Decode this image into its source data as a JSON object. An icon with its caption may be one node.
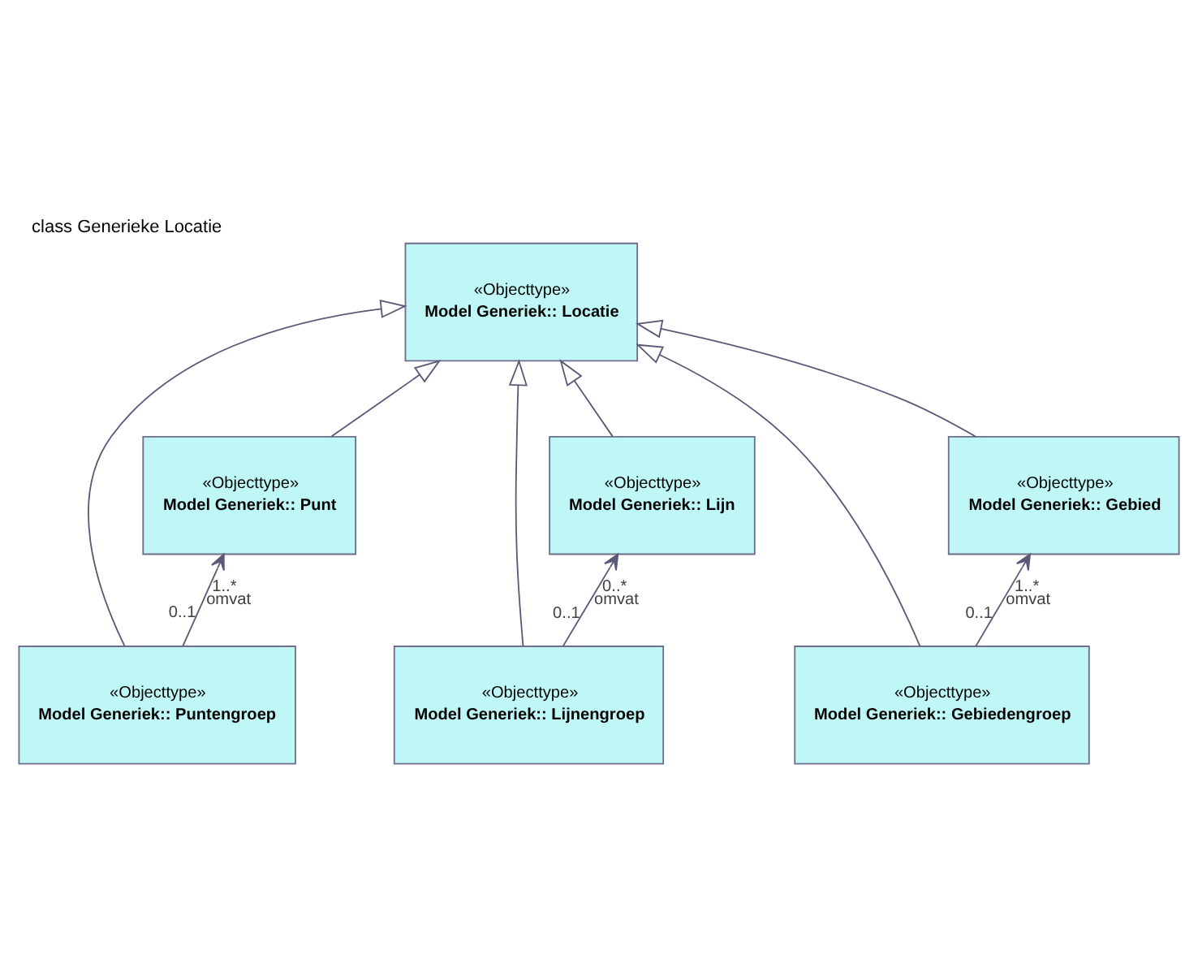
{
  "diagram": {
    "title": "class Generieke Locatie",
    "nodes": [
      {
        "text": [
          "«Objecttype»",
          "Model Generiek:: Locatie"
        ]
      },
      {
        "text": [
          "«Objecttype»",
          "Model Generiek:: Punt"
        ]
      },
      {
        "text": [
          "«Objecttype»",
          "Model Generiek:: Lijn"
        ]
      },
      {
        "text": [
          "«Objecttype»",
          "Model Generiek:: Gebied"
        ]
      },
      {
        "text": [
          "«Objecttype»",
          "Model Generiek:: Puntengroep"
        ]
      },
      {
        "text": [
          "«Objecttype»",
          "Model Generiek:: Lijnengroep"
        ]
      },
      {
        "text": [
          "«Objecttype»",
          "Model Generiek:: Gebiedengroep"
        ]
      }
    ],
    "edges": [
      {
        "from": 1,
        "to": 0,
        "arrow": "to"
      },
      {
        "from": 2,
        "to": 0,
        "arrow": "to"
      },
      {
        "from": 3,
        "to": 0,
        "arrow": "to"
      },
      {
        "from": 4,
        "to": 0,
        "arrow": "to"
      },
      {
        "from": 5,
        "to": 0,
        "arrow": "to"
      },
      {
        "from": 6,
        "to": 0,
        "arrow": "to"
      },
      {
        "from": 4,
        "to": 1,
        "arrow": "to",
        "label": "omvat"
      },
      {
        "from": 5,
        "to": 2,
        "arrow": "to",
        "label": "omvat"
      },
      {
        "from": 6,
        "to": 3,
        "arrow": "to",
        "label": "omvat"
      }
    ],
    "labels": [
      "1..*",
      "0..1",
      "0..*",
      "0..1",
      "1..*",
      "0..1"
    ]
  }
}
